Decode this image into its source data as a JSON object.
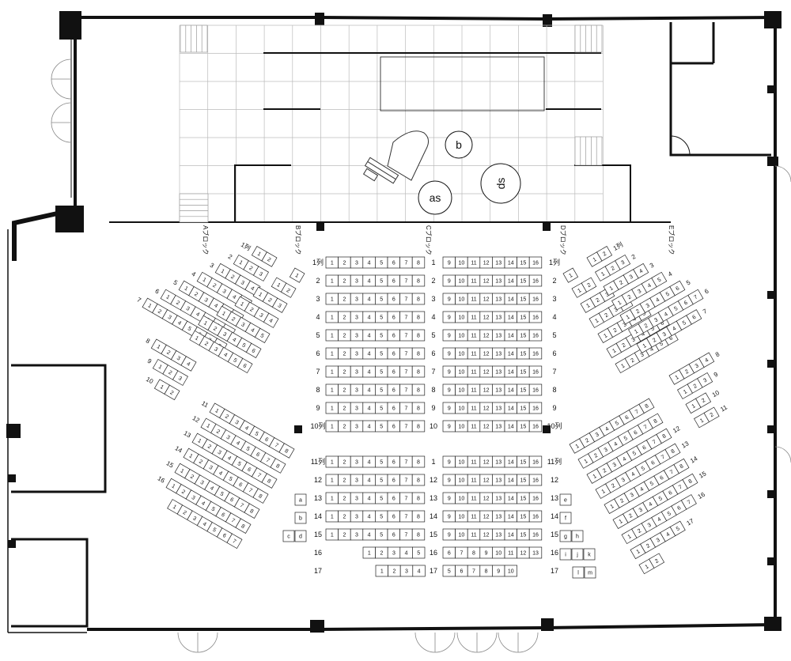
{
  "stage": {
    "instruments": [
      {
        "id": "b",
        "label": "b"
      },
      {
        "id": "ds",
        "label": "ds"
      },
      {
        "id": "as",
        "label": "as"
      }
    ]
  },
  "block_labels": [
    "Aブロック",
    "Bブロック",
    "Cブロック",
    "Dブロック",
    "Eブロック"
  ],
  "center": {
    "row_labels_left": [
      "1列",
      "2",
      "3",
      "4",
      "5",
      "6",
      "7",
      "8",
      "9",
      "10列",
      "11列",
      "12",
      "13",
      "14",
      "15",
      "16",
      "17"
    ],
    "row_labels_mid": [
      "1",
      "2",
      "3",
      "4",
      "5",
      "6",
      "7",
      "8",
      "9",
      "10",
      "1",
      "12",
      "13",
      "14",
      "15",
      "16",
      "17"
    ],
    "row_labels_right": [
      "1列",
      "2",
      "3",
      "4",
      "5",
      "6",
      "7",
      "8",
      "9",
      "10列",
      "11列",
      "12",
      "13",
      "14",
      "15",
      "16",
      "17"
    ],
    "left_seats": [
      "1",
      "2",
      "3",
      "4",
      "5",
      "6",
      "7",
      "8"
    ],
    "right_seats": [
      "9",
      "10",
      "11",
      "12",
      "13",
      "14",
      "15",
      "16"
    ],
    "row16_left": [
      "1",
      "2",
      "3",
      "4",
      "5"
    ],
    "row16_right": [
      "6",
      "7",
      "8",
      "9",
      "10",
      "11",
      "12",
      "13"
    ],
    "row17_left": [
      "1",
      "2",
      "3",
      "4"
    ],
    "row17_right": [
      "5",
      "6",
      "7",
      "8",
      "9",
      "10"
    ],
    "extras_left": [
      [
        "a"
      ],
      [
        "b"
      ],
      [
        "c",
        "d"
      ]
    ],
    "extras_right": [
      [
        "e"
      ],
      [
        "f"
      ],
      [
        "g",
        "h"
      ],
      [
        "i",
        "j",
        "k"
      ],
      [
        "l",
        "m"
      ]
    ]
  },
  "side_rows": {
    "a_upper": [
      {
        "label": "1列",
        "seats": [
          "1",
          "2"
        ]
      },
      {
        "label": "2",
        "seats": [
          "1",
          "2",
          "3"
        ]
      },
      {
        "label": "3",
        "seats": [
          "1",
          "2",
          "3",
          "4"
        ]
      },
      {
        "label": "4",
        "seats": [
          "1",
          "2",
          "3",
          "4",
          "5"
        ]
      },
      {
        "label": "5",
        "seats": [
          "1",
          "2",
          "3",
          "4",
          "5",
          "6"
        ]
      },
      {
        "label": "6",
        "seats": [
          "1",
          "2",
          "3",
          "4",
          "5",
          "6",
          "7"
        ]
      },
      {
        "label": "7",
        "seats": [
          "1",
          "2",
          "3",
          "4",
          "5",
          "6",
          "7",
          "8"
        ]
      }
    ],
    "a_mid": [
      {
        "label": "8",
        "seats": [
          "1",
          "2",
          "3",
          "4"
        ]
      },
      {
        "label": "9",
        "seats": [
          "1",
          "2",
          "3"
        ]
      },
      {
        "label": "10",
        "seats": [
          "1",
          "2"
        ]
      }
    ],
    "a_lower": [
      {
        "label": "11",
        "seats": [
          "1",
          "2",
          "3",
          "4",
          "5",
          "6",
          "7",
          "8"
        ]
      },
      {
        "label": "12",
        "seats": [
          "1",
          "2",
          "3",
          "4",
          "5",
          "6",
          "7",
          "8"
        ]
      },
      {
        "label": "13",
        "seats": [
          "1",
          "2",
          "3",
          "4",
          "5",
          "6",
          "7",
          "8"
        ]
      },
      {
        "label": "14",
        "seats": [
          "1",
          "2",
          "3",
          "4",
          "5",
          "6",
          "7",
          "8"
        ]
      },
      {
        "label": "15",
        "seats": [
          "1",
          "2",
          "3",
          "4",
          "5",
          "6",
          "7",
          "8"
        ]
      },
      {
        "label": "16",
        "seats": [
          "1",
          "2",
          "3",
          "4",
          "5",
          "6",
          "7",
          "8"
        ]
      },
      {
        "label": "",
        "seats": [
          "1",
          "2",
          "3",
          "4",
          "5",
          "6",
          "7"
        ]
      }
    ],
    "b_block": [
      {
        "seats": [
          "1"
        ]
      },
      {
        "seats": [
          "1",
          "2"
        ]
      },
      {
        "seats": [
          "1",
          "2",
          "3"
        ]
      },
      {
        "seats": [
          "1",
          "2",
          "3",
          "4"
        ]
      },
      {
        "seats": [
          "1",
          "2",
          "3",
          "4",
          "5"
        ]
      },
      {
        "seats": [
          "1",
          "2",
          "3",
          "4",
          "5",
          "6"
        ]
      },
      {
        "seats": [
          "1",
          "2",
          "3",
          "4",
          "5",
          "6"
        ]
      }
    ],
    "d_block": [
      {
        "seats": [
          "1"
        ]
      },
      {
        "seats": [
          "1",
          "2"
        ]
      },
      {
        "seats": [
          "1",
          "2",
          "3"
        ]
      },
      {
        "seats": [
          "1",
          "2",
          "3",
          "4"
        ]
      },
      {
        "seats": [
          "1",
          "2",
          "3",
          "4",
          "5"
        ]
      },
      {
        "seats": [
          "1",
          "2",
          "3",
          "4",
          "5",
          "6"
        ]
      },
      {
        "seats": [
          "1",
          "2",
          "3",
          "4",
          "5",
          "6"
        ]
      }
    ],
    "e_upper": [
      {
        "label": "1列",
        "seats": [
          "1",
          "2"
        ]
      },
      {
        "label": "2",
        "seats": [
          "1",
          "2",
          "3"
        ]
      },
      {
        "label": "3",
        "seats": [
          "1",
          "2",
          "3",
          "4"
        ]
      },
      {
        "label": "4",
        "seats": [
          "1",
          "2",
          "3",
          "4",
          "5"
        ]
      },
      {
        "label": "5",
        "seats": [
          "1",
          "2",
          "3",
          "4",
          "5",
          "6"
        ]
      },
      {
        "label": "6",
        "seats": [
          "1",
          "2",
          "3",
          "4",
          "5",
          "6",
          "7"
        ]
      },
      {
        "label": "7",
        "seats": [
          "1",
          "2",
          "3",
          "4",
          "5",
          "6"
        ]
      }
    ],
    "e_mid": [
      {
        "label": "8",
        "seats": [
          "1",
          "2",
          "3",
          "4"
        ]
      },
      {
        "label": "9",
        "seats": [
          "1",
          "2",
          "3"
        ]
      },
      {
        "label": "10",
        "seats": [
          "1",
          "2"
        ]
      },
      {
        "label": "11",
        "seats": [
          "1",
          "2"
        ]
      }
    ],
    "e_lower": [
      {
        "label": "",
        "seats": [
          "1",
          "2",
          "3",
          "4",
          "5",
          "6",
          "7",
          "8"
        ]
      },
      {
        "label": "",
        "seats": [
          "1",
          "2",
          "3",
          "4",
          "5",
          "6",
          "7",
          "8"
        ]
      },
      {
        "label": "12",
        "seats": [
          "1",
          "2",
          "3",
          "4",
          "5",
          "6",
          "7",
          "8"
        ]
      },
      {
        "label": "13",
        "seats": [
          "1",
          "2",
          "3",
          "4",
          "5",
          "6",
          "7",
          "8"
        ]
      },
      {
        "label": "14",
        "seats": [
          "1",
          "2",
          "3",
          "4",
          "5",
          "6",
          "7",
          "8"
        ]
      },
      {
        "label": "15",
        "seats": [
          "1",
          "2",
          "3",
          "4",
          "5",
          "6",
          "7",
          "8"
        ]
      },
      {
        "label": "16",
        "seats": [
          "1",
          "2",
          "3",
          "4",
          "5",
          "6",
          "7"
        ]
      },
      {
        "label": "17",
        "seats": [
          "1",
          "2",
          "3",
          "4",
          "5"
        ]
      },
      {
        "label": "",
        "seats": [
          "1",
          "2"
        ]
      }
    ]
  }
}
